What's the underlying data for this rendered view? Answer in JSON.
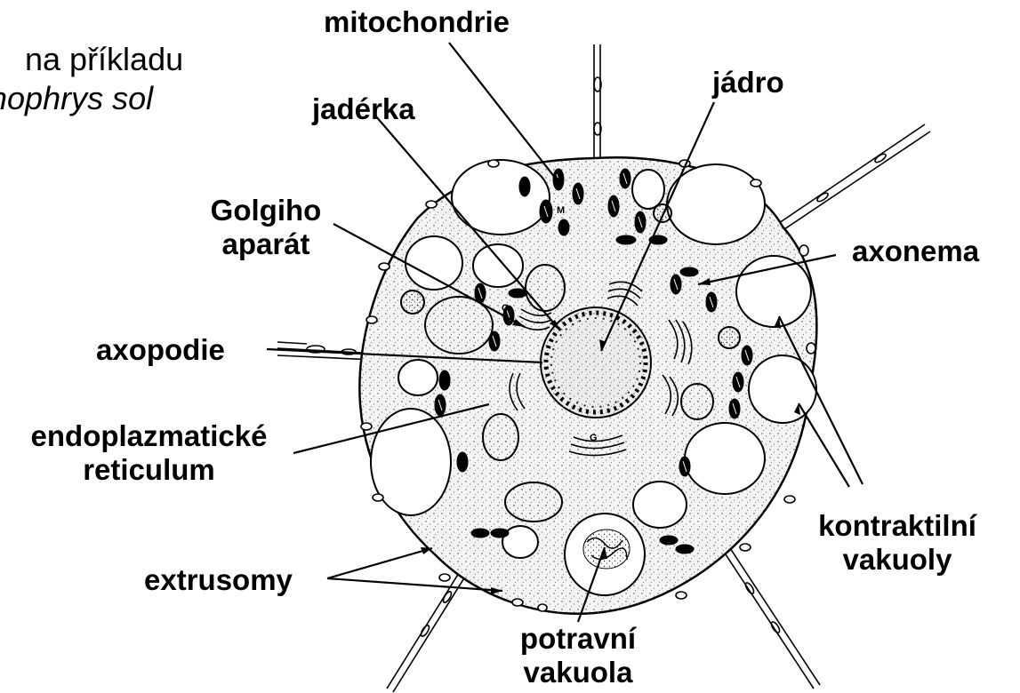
{
  "title": {
    "line1": "na příkladu",
    "line2": "nophrys sol"
  },
  "labels": {
    "mitochondrie": "mitochondrie",
    "jadro": "jádro",
    "jaderka": "jadérka",
    "golgi_1": "Golgiho",
    "golgi_2": "aparát",
    "axonema": "axonema",
    "axopodie": "axopodie",
    "er_1": "endoplazmatické",
    "er_2": "reticulum",
    "kontraktilni_1": "kontraktilní",
    "kontraktilni_2": "vakuoly",
    "extrusomy": "extrusomy",
    "potravni_1": "potravní",
    "potravni_2": "vakuola"
  },
  "figure_marks": {
    "mito_mark": "M",
    "golgi_mark": "G",
    "golgi_mark_2": "G"
  },
  "colors": {
    "ink": "#000000",
    "cytoplasm": "#f4f4f4",
    "nucleus": "#ededed",
    "background": "#ffffff"
  }
}
